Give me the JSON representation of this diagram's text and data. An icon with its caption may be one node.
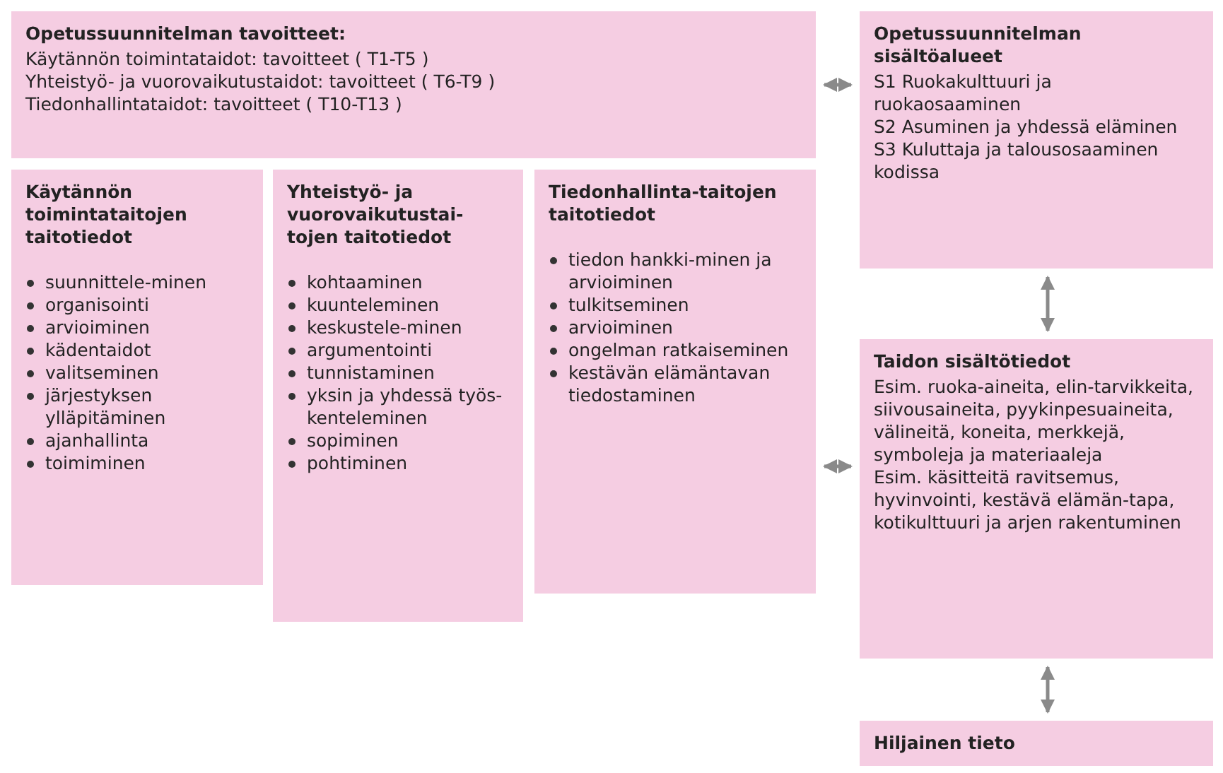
{
  "diagram": {
    "nodes": [
      {
        "text": [
          "Opetussuunnitelman tavoitteet:",
          "Käytännön toimintataidot: tavoitteet ( T1-T5 )",
          "Yhteistyö- ja vuorovaikutustaidot: tavoitteet ( T6-T9 )",
          "Tiedonhallintataidot: tavoitteet  ( T10-T13 )"
        ]
      },
      {
        "text": [
          "Opetussuunnitelman sisältöalueet",
          "S1 Ruokakulttuuri ja ruokaosaaminen",
          "S2 Asuminen ja yhdessä eläminen",
          "S3 Kuluttaja ja talousosaaminen kodissa"
        ]
      },
      {
        "text": [
          "Käytännön toimintataitojen taitotiedot",
          "suunnittele-minen",
          "organisointi",
          "arvioiminen",
          "kädentaidot",
          "valitseminen",
          "järjestyksen ylläpitäminen",
          "ajanhallinta",
          "toimiminen"
        ]
      },
      {
        "text": [
          "Yhteistyö- ja vuorovaikutustai-tojen taitotiedot",
          "kohtaaminen",
          "kuunteleminen",
          "keskustele-minen",
          "argumentointi",
          "tunnistaminen",
          "yksin ja yhdessä työs-kenteleminen",
          "sopiminen",
          "pohtiminen"
        ]
      },
      {
        "text": [
          "Tiedonhallinta-taitojen taitotiedot",
          "tiedon hankki-minen ja arvioiminen",
          "tulkitseminen",
          "arvioiminen",
          "ongelman ratkaiseminen",
          "kestävän elämäntavan tiedostaminen"
        ]
      },
      {
        "text": [
          "Taidon sisältötiedot",
          "Esim. ruoka-aineita, elin-tarvikkeita, siivousaineita, pyykinpesuaineita, välineitä, koneita, merkkejä, symboleja ja materiaaleja",
          "Esim. käsitteitä ravitsemus, hyvinvointi, kestävä elämän-tapa, kotikulttuuri ja arjen rakentuminen"
        ]
      },
      {
        "text": [
          "Hiljainen tieto"
        ]
      }
    ],
    "edges": [
      {
        "from": 0,
        "to": 1,
        "arrow": "both"
      },
      {
        "from": 4,
        "to": 5,
        "arrow": "both"
      },
      {
        "from": 1,
        "to": 5,
        "arrow": "both"
      },
      {
        "from": 5,
        "to": 6,
        "arrow": "both"
      }
    ]
  }
}
